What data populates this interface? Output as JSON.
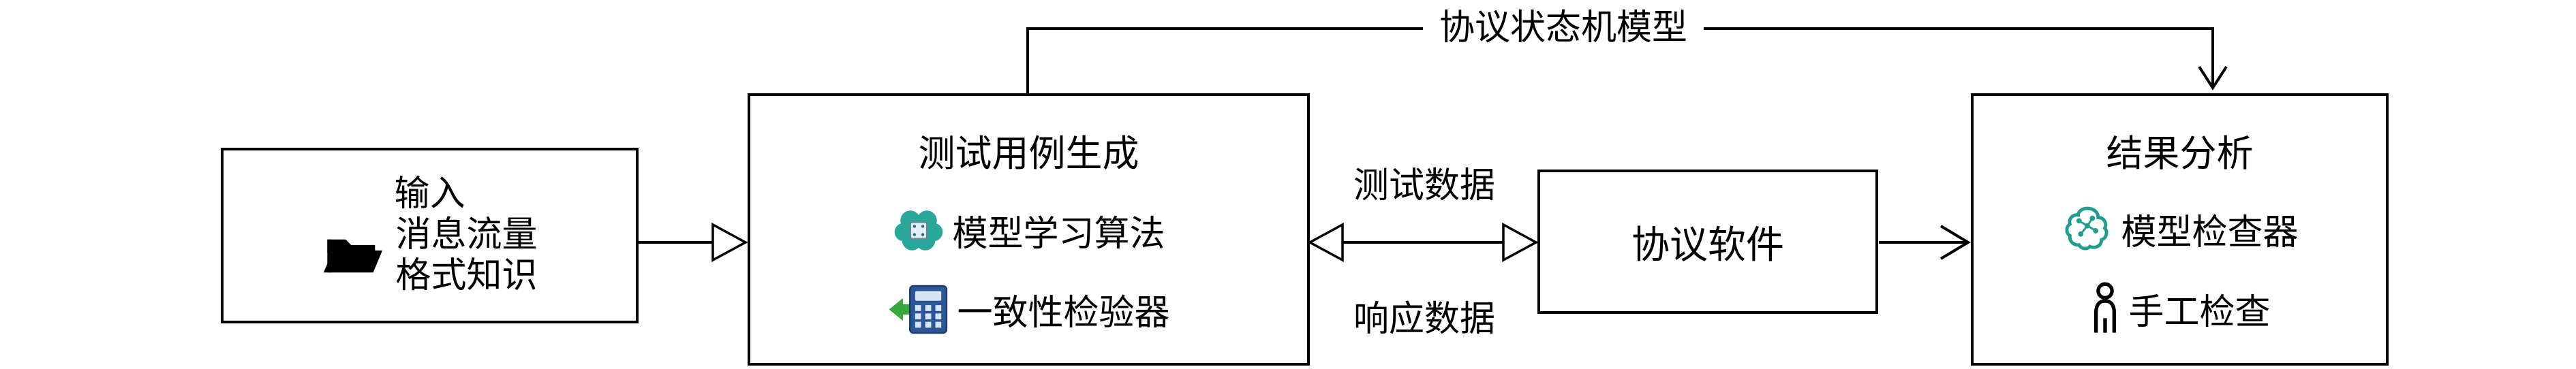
{
  "diagram": {
    "background": "#ffffff",
    "top_flow_label": "协议状态机模型",
    "input_box": {
      "title": "输入",
      "line1": "消息流量",
      "line2": "格式知识",
      "icon": "open-folder-icon"
    },
    "testgen_box": {
      "title": "测试用例生成",
      "item1": {
        "icon": "brain-chip-icon",
        "label": "模型学习算法"
      },
      "item2": {
        "icon": "calculator-icon",
        "label": "一致性检验器"
      }
    },
    "channel": {
      "to_protocol": "测试数据",
      "from_protocol": "响应数据"
    },
    "protocol_box": {
      "title": "协议软件"
    },
    "result_box": {
      "title": "结果分析",
      "item1": {
        "icon": "brain-network-icon",
        "label": "模型检查器"
      },
      "item2": {
        "icon": "person-icon",
        "label": "手工检查"
      }
    },
    "colors": {
      "line": "#000000",
      "box_border": "#000000",
      "teal_icon": "#1f9e8e",
      "calculator_blue": "#2b5797",
      "arrow_green": "#37a93c",
      "folder_black": "#000000"
    }
  }
}
